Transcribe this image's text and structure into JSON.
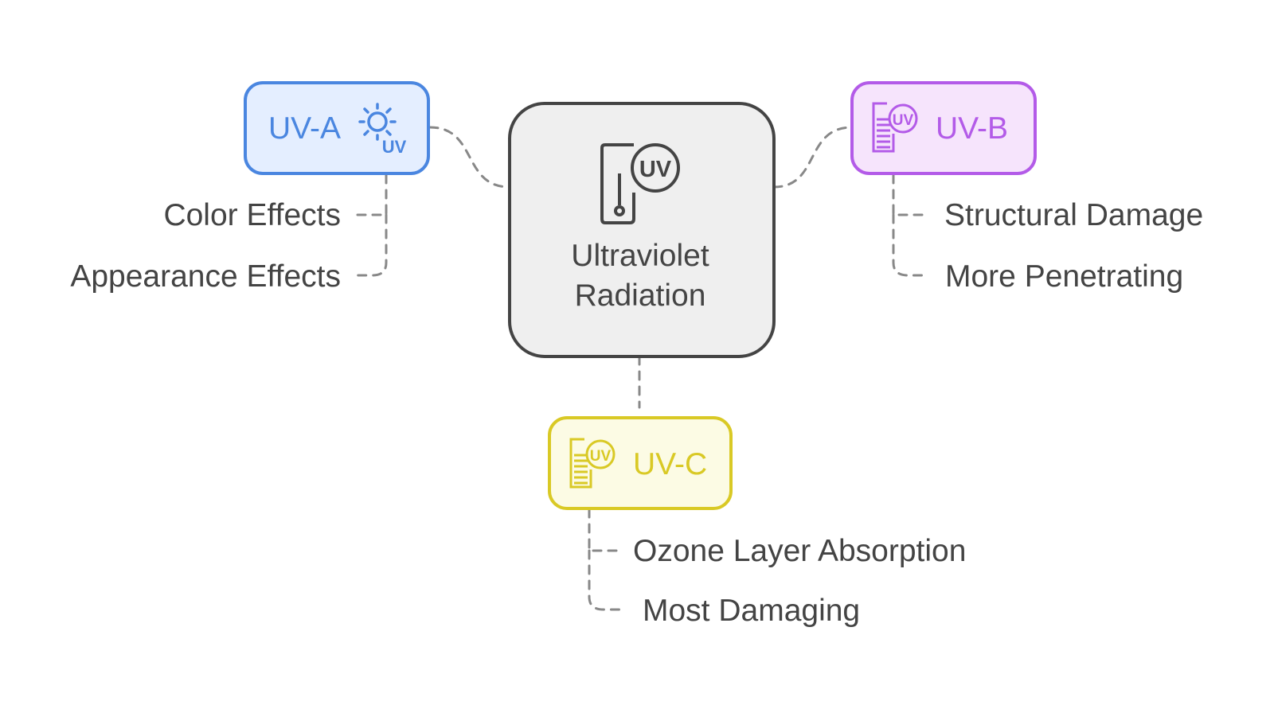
{
  "center": {
    "title_line1": "Ultraviolet",
    "title_line2": "Radiation",
    "icon": "uv-meter-icon"
  },
  "branches": [
    {
      "id": "uva",
      "label": "UV-A",
      "icon": "sun-uv-icon",
      "color": "#4a86e0",
      "fill": "#e4eeff",
      "items": [
        "Color Effects",
        "Appearance Effects"
      ]
    },
    {
      "id": "uvb",
      "label": "UV-B",
      "icon": "uv-document-icon",
      "color": "#b35be8",
      "fill": "#f6e4fc",
      "items": [
        "Structural Damage",
        "More Penetrating"
      ]
    },
    {
      "id": "uvc",
      "label": "UV-C",
      "icon": "uv-document-icon",
      "color": "#d9c925",
      "fill": "#fcfbe4",
      "items": [
        "Ozone Layer Absorption",
        "Most Damaging"
      ]
    }
  ],
  "colors": {
    "center_stroke": "#444444",
    "center_fill": "#efefef",
    "connector": "#888888",
    "text": "#444444"
  }
}
